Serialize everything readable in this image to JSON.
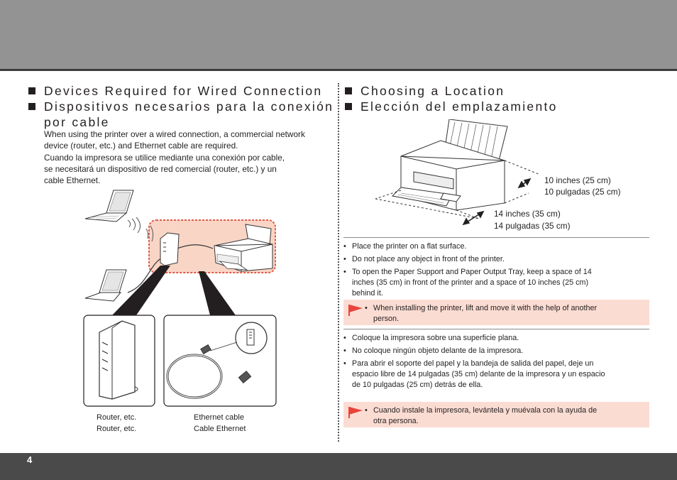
{
  "page": {
    "number": "4"
  },
  "left": {
    "heading_en": "Devices Required for Wired Connection",
    "heading_es_line1": "Dispositivos necesarios para la conexión",
    "heading_es_line2": "por cable",
    "body_en_line1": "When using the printer over a wired connection, a commercial network",
    "body_en_line2": "device (router, etc.) and Ethernet cable are required.",
    "body_es_line1": "Cuando la impresora se utilice mediante una conexión por cable,",
    "body_es_line2": "se necesitará un dispositivo de red comercial (router, etc.) y un",
    "body_es_line3": "cable Ethernet.",
    "router_caption_en": "Router, etc.",
    "router_caption_es": "Router, etc.",
    "cable_caption_en": "Ethernet cable",
    "cable_caption_es": "Cable Ethernet"
  },
  "right": {
    "heading_en": "Choosing a Location",
    "heading_es": "Elección del emplazamiento",
    "back_space_en": "10 inches (25 cm)",
    "back_space_es": "10 pulgadas (25 cm)",
    "front_space_en": "14 inches (35 cm)",
    "front_space_es": "14 pulgadas (35 cm)",
    "bullets_en": [
      "Place the printer on a flat surface.",
      "Do not place any object in front of the printer.",
      "To open the Paper Support and Paper Output Tray, keep a space of 14",
      "inches (35 cm) in front of the printer and a space of 10 inches (25 cm)",
      "behind it."
    ],
    "caution_en_line1": "When installing the printer, lift and move it with the help of another",
    "caution_en_line2": "person.",
    "bullets_es": [
      "Coloque la impresora sobre una superficie plana.",
      "No coloque ningún objeto delante de la impresora.",
      "Para abrir el soporte del papel y la bandeja de salida del papel, deje un",
      "espacio libre de 14 pulgadas (35 cm) delante de la impresora y un espacio",
      "de 10 pulgadas (25 cm) detrás de ella."
    ],
    "caution_es_line1": "Cuando instale la impresora, levántela y muévala con la ayuda de",
    "caution_es_line2": "otra persona."
  },
  "colors": {
    "header": "#939393",
    "footer": "#4a4a4a",
    "caution_bg": "#fbdcd2",
    "caution_flag": "#e8443a",
    "highlight_bg": "#f9d5c6",
    "highlight_border": "#e05a48"
  },
  "icons": [
    "laptop-icon",
    "router-icon",
    "printer-icon",
    "ethernet-cable-icon",
    "caution-flag-icon",
    "wireless-waves-icon"
  ]
}
